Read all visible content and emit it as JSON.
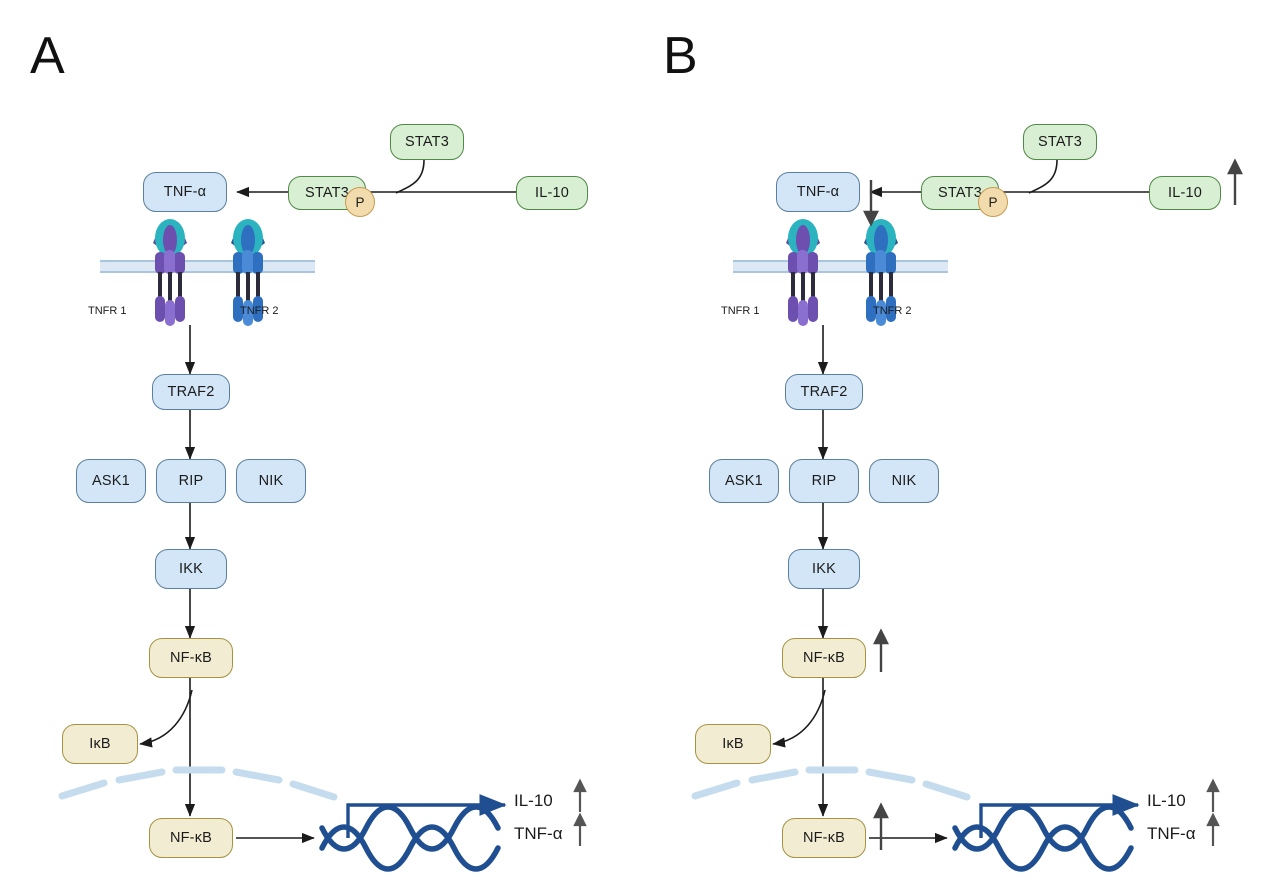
{
  "figure": {
    "type": "pathway-diagram",
    "description": "TNF-alpha / NF-kB signaling pathway with IL-10 / STAT3 regulation, two panels"
  },
  "colors": {
    "blue_fill": "#d3e6f7",
    "blue_stroke": "#5b7f9e",
    "green_fill": "#d9efd4",
    "green_stroke": "#4e8a43",
    "tan_fill": "#f2ecd2",
    "tan_stroke": "#a69342",
    "phospho_fill": "#f2dcae",
    "phospho_stroke": "#c79a50",
    "dna_blue": "#1f4e91",
    "membrane_blue": "#dce9f5",
    "nuclear_dash": "#c5dcee",
    "arrow_black": "#1b1b1b",
    "tnfr1_purple": "#6d4fb0",
    "tnfr2_blue": "#2f6fc0",
    "receptor_cap_teal": "#2bb3bf"
  },
  "panels": [
    {
      "letter": "A",
      "nodes": {
        "tnf_alpha": "TNF-α",
        "stat3_top": "STAT3",
        "stat3_phos": "STAT3",
        "phospho": "P",
        "il10_source": "IL-10",
        "tnfr1": "TNFR 1",
        "tnfr2": "TNFR 2",
        "traf2": "TRAF2",
        "ask1": "ASK1",
        "rip": "RIP",
        "nik": "NIK",
        "ikk": "IKK",
        "nfkb_cyto": "NF-κB",
        "ikb": "IκB",
        "nfkb_nuc": "NF-κB",
        "output_il10": "IL-10",
        "output_tnf": "TNF-α"
      },
      "indicators": [
        {
          "target": "output_il10",
          "direction": "up"
        },
        {
          "target": "output_tnf",
          "direction": "up"
        }
      ]
    },
    {
      "letter": "B",
      "nodes": {
        "tnf_alpha": "TNF-α",
        "stat3_top": "STAT3",
        "stat3_phos": "STAT3",
        "phospho": "P",
        "il10_source": "IL-10",
        "tnfr1": "TNFR 1",
        "tnfr2": "TNFR 2",
        "traf2": "TRAF2",
        "ask1": "ASK1",
        "rip": "RIP",
        "nik": "NIK",
        "ikk": "IKK",
        "nfkb_cyto": "NF-κB",
        "ikb": "IκB",
        "nfkb_nuc": "NF-κB",
        "output_il10": "IL-10",
        "output_tnf": "TNF-α"
      },
      "indicators": [
        {
          "target": "il10_source",
          "direction": "up"
        },
        {
          "target": "tnf_alpha",
          "direction": "down"
        },
        {
          "target": "nfkb_cyto",
          "direction": "up"
        },
        {
          "target": "nfkb_nuc",
          "direction": "up"
        },
        {
          "target": "output_il10",
          "direction": "up"
        },
        {
          "target": "output_tnf",
          "direction": "up"
        }
      ]
    }
  ]
}
